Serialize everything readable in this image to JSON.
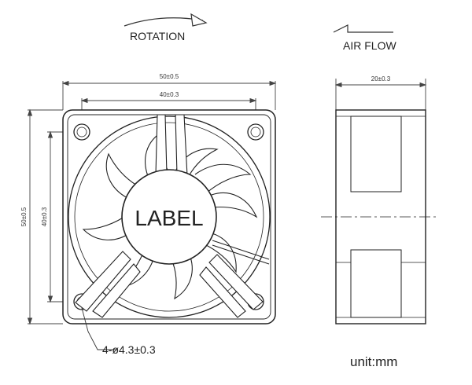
{
  "labels": {
    "rotation": "ROTATION",
    "air_flow": "AIR FLOW",
    "center_label": "LABEL",
    "unit": "unit:mm"
  },
  "dimensions": {
    "outer_width": "50±0.5",
    "hole_spacing_x": "40±0.3",
    "outer_height": "50±0.5",
    "hole_spacing_y": "40±0.3",
    "depth": "20±0.3",
    "mount_holes": "4-ø4.3±0.3"
  }
}
